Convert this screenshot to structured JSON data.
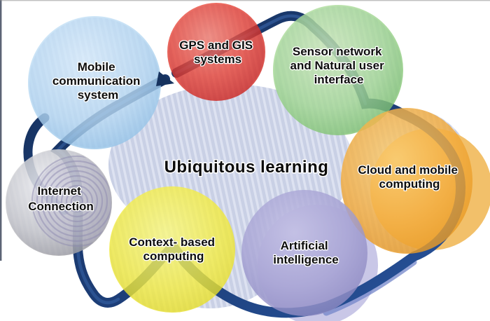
{
  "title": {
    "text": "Ubiquitous learning"
  },
  "nodes": [
    {
      "id": "mobile-communication-system",
      "lines": [
        "Mobile",
        "communication",
        "system"
      ],
      "color": "#aed2ee"
    },
    {
      "id": "gps-and-gis-systems",
      "lines": [
        "GPS and GIS",
        "systems"
      ],
      "color": "#e03a31"
    },
    {
      "id": "sensor-network-nui",
      "lines": [
        "Sensor network",
        "and Natural user",
        "interface"
      ],
      "color": "#95cf8a"
    },
    {
      "id": "cloud-and-mobile-computing",
      "lines": [
        "Cloud and mobile",
        "computing"
      ],
      "color": "#f0a83c"
    },
    {
      "id": "artificial-intelligence",
      "lines": [
        "Artificial",
        "intelligence"
      ],
      "color": "#a5a1d2"
    },
    {
      "id": "context-based-computing",
      "lines": [
        "Context- based",
        "computing"
      ],
      "color": "#f1ea38"
    },
    {
      "id": "internet-connection",
      "lines": [
        "Internet",
        "Connection"
      ],
      "color": "#c0c0c2"
    }
  ],
  "colors": {
    "ribbon": "#1c3c74",
    "background_blob": "#c9d0e5",
    "page_background": "#ffffff"
  }
}
